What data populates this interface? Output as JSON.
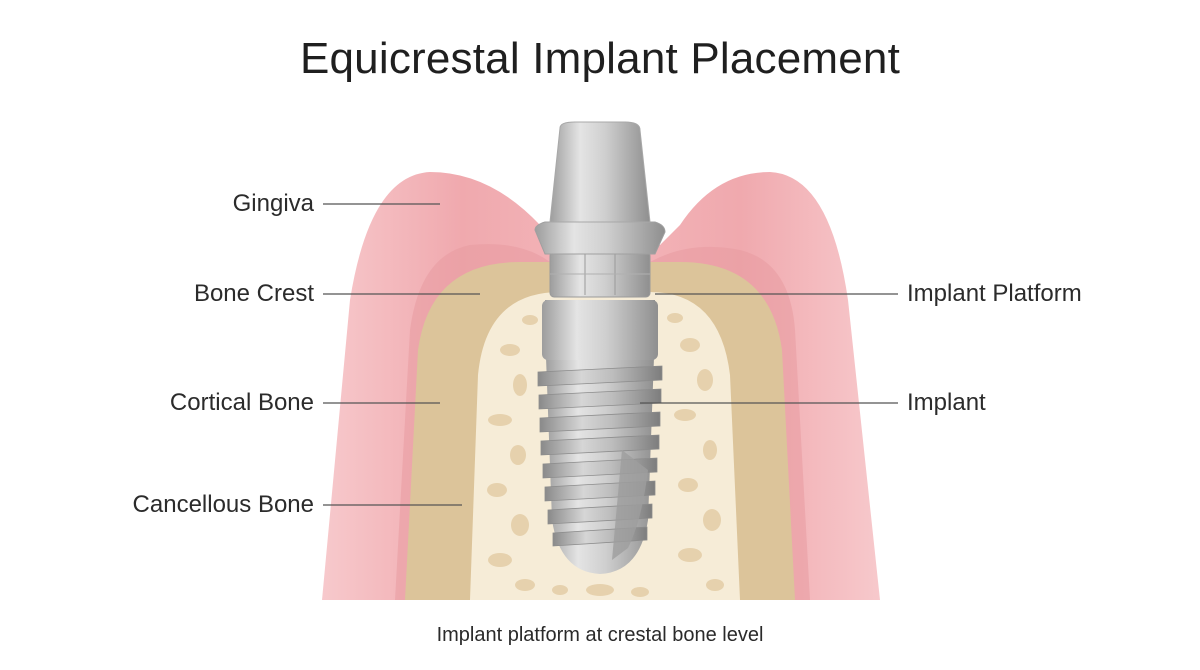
{
  "title": "Equicrestal Implant Placement",
  "caption": "Implant platform at crestal bone level",
  "labels": {
    "gingiva": "Gingiva",
    "bone_crest": "Bone Crest",
    "cortical_bone": "Cortical Bone",
    "cancellous_bone": "Cancellous Bone",
    "implant_platform": "Implant Platform",
    "implant": "Implant"
  },
  "colors": {
    "gingiva": "#f0a9ae",
    "gingiva_light": "#f7c9cc",
    "cortical": "#dcc49a",
    "cancellous": "#f6ecd7",
    "trabecular": "#e8d3b0",
    "implant": "#c9c9c9",
    "leader_line": "#555555"
  }
}
